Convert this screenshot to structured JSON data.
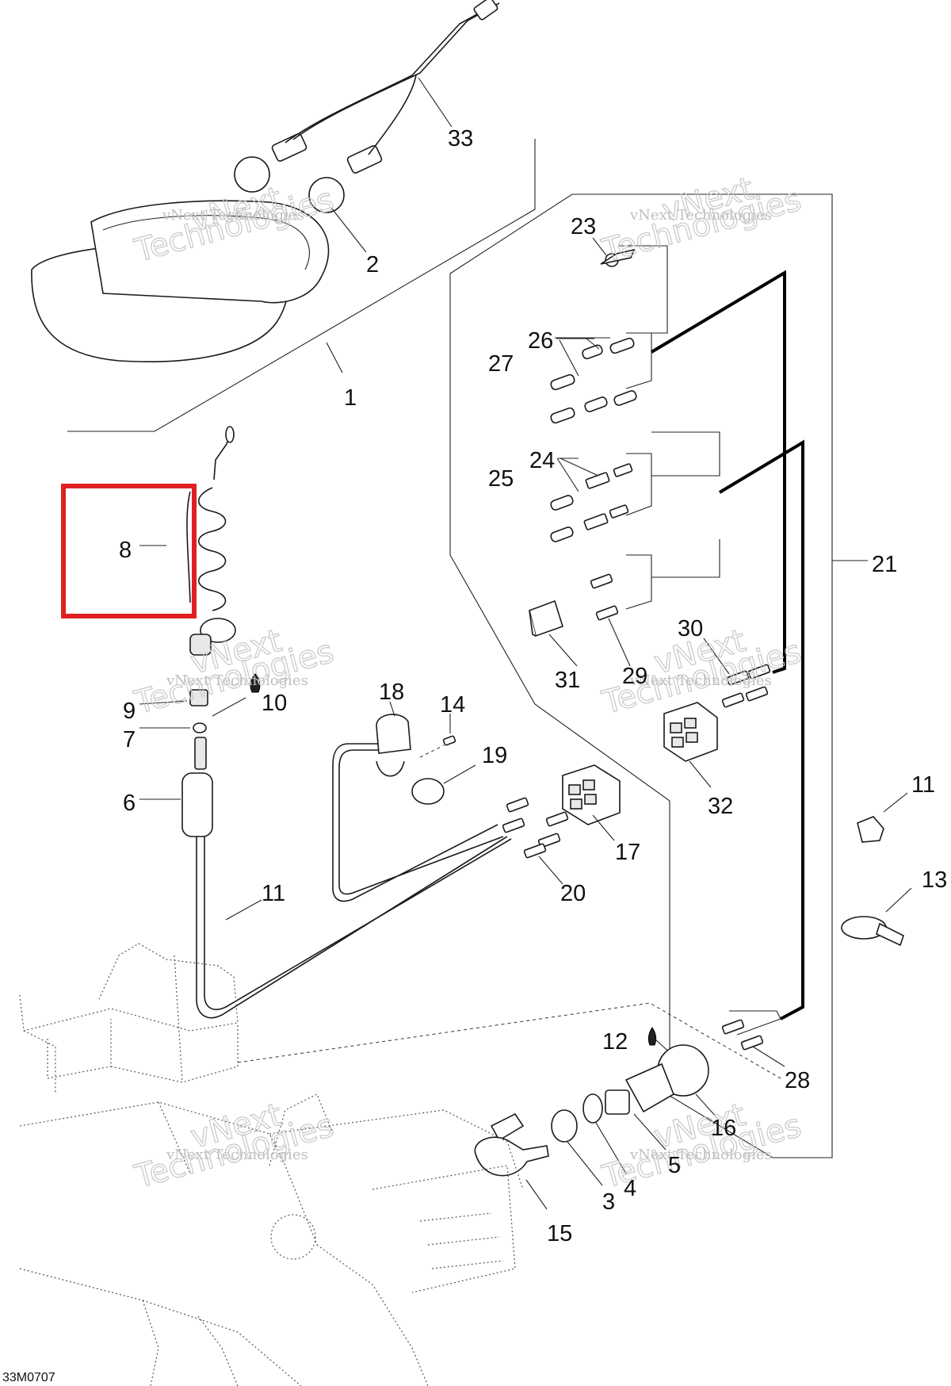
{
  "figure_code": "33M0707",
  "watermark": {
    "small": "vNext Technologies",
    "large_line1": "vNext",
    "large_line2": "Technologies"
  },
  "highlight": {
    "target": "8",
    "color": "#e02020"
  },
  "callouts": {
    "c1": "1",
    "c2": "2",
    "c3": "3",
    "c4": "4",
    "c5": "5",
    "c6": "6",
    "c7": "7",
    "c8": "8",
    "c9": "9",
    "c10": "10",
    "c11a": "11",
    "c11b": "11",
    "c12": "12",
    "c13": "13",
    "c14": "14",
    "c15": "15",
    "c16": "16",
    "c17": "17",
    "c18": "18",
    "c19": "19",
    "c20": "20",
    "c21": "21",
    "c23": "23",
    "c24": "24",
    "c25": "25",
    "c26": "26",
    "c27": "27",
    "c28": "28",
    "c29": "29",
    "c30": "30",
    "c31": "31",
    "c32": "32",
    "c33": "33"
  }
}
